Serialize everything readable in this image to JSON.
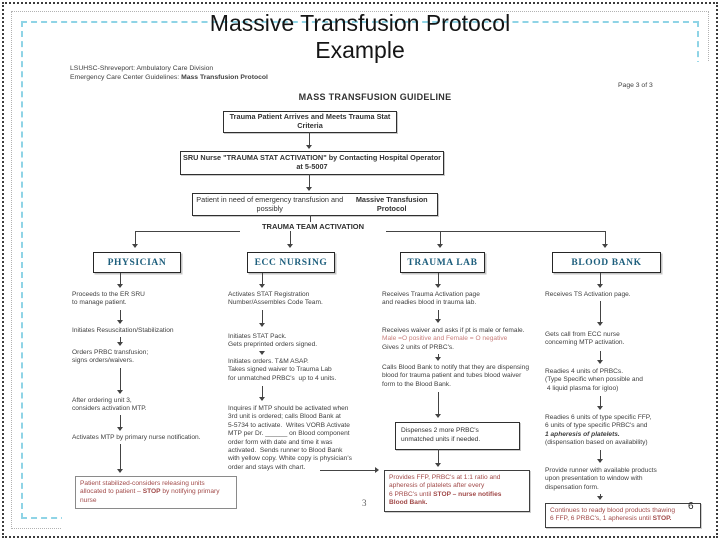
{
  "slide": {
    "title_line1": "Massive Transfusion Protocol",
    "title_line2": "Example",
    "slide_number": "6"
  },
  "doc": {
    "header_line1": "LSUHSC-Shreveport: Ambulatory Care Division",
    "header_line2_prefix": "Emergency Care Center Guidelines: ",
    "header_line2_bold": "Mass Transfusion Protocol",
    "page_label": "Page 3 of 3",
    "title": "MASS TRANSFUSION GUIDELINE",
    "scan_page_number": "3"
  },
  "flow": {
    "box1": "Trauma Patient Arrives and Meets Trauma Stat Criteria",
    "box2": "SRU Nurse \"TRAUMA STAT ACTIVATION\" by Contacting Hospital Operator at 5-5007",
    "box3_prefix": "Patient in need of emergency transfusion and possibly ",
    "box3_bold": "Massive Transfusion Protocol",
    "team_label": "TRAUMA TEAM ACTIVATION"
  },
  "columns": {
    "physician": {
      "header": "PHYSICIAN",
      "step1": "Proceeds to the ER SRU\nto manage patient.",
      "step2": "Initiates Resuscitation/Stabilization",
      "step3": "Orders PRBC transfusion;\nsigns orders/waivers.",
      "step4": "After ordering unit 3,\nconsiders activation MTP.",
      "step5": "Activates MTP by primary nurse notification.",
      "stop_prefix": "Patient stabilized-considers releasing units allocated to patient – ",
      "stop_bold": "STOP",
      "stop_suffix": " by notifying primary nurse"
    },
    "ecc": {
      "header": "ECC NURSING",
      "step1": "Activates STAT Registration\nNumber/Assembles Code Team.",
      "step2": "Initiates STAT Pack.\nGets preprinted orders signed.",
      "step3": "Initiates orders. T&M ASAP.\nTakes signed waiver to Trauma Lab\nfor unmatched PRBC's  up to 4 units.",
      "step4": "Inquires if MTP should be activated when\n3rd unit is ordered; calls Blood Bank at\n5-5734 to activate.  Writes VORB Activate\nMTP per Dr. ______ on Blood component\norder form with date and time it was\nactivated.  Sends runner to Blood Bank\nwith yellow copy. White copy is physician's\norder and stays with chart."
    },
    "trauma_lab": {
      "header": "TRAUMA LAB",
      "step1": "Receives Trauma Activation page\nand readies blood in trauma lab.",
      "step2_line1": "Receives waiver and asks if pt is male or female.",
      "step2_line2": "Male =O positive and Female = O negative",
      "step2_line3": "Gives 2 units of PRBC's.",
      "step3": "Calls Blood Bank to notify that they are dispensing\nblood for trauma patient and tubes blood waiver\nform to the Blood Bank.",
      "dispense_box": "Dispenses 2 more PRBC's\nunmatched units if needed.",
      "stop_prefix": "Provides FFP, PRBC's at 1:1 ratio and\napheresis of platelets after every\n6 PRBC's until ",
      "stop_bold": "STOP – nurse notifies\nBlood Bank."
    },
    "blood_bank": {
      "header": "BLOOD BANK",
      "step1": "Receives TS Activation page.",
      "step2": "Gets call from ECC nurse\nconcerning MTP activation.",
      "step3": "Readies 4 units of PRBCs.\n(Type Specific when possible and\n 4 liquid plasma for igloo)",
      "step4_line1": "Readies 6 units of type specific FFP,",
      "step4_line2": "6 units of type specific PRBC's and",
      "step4_line3": "1 apheresis of platelets.",
      "step4_line4": "(dispensation based on availability)",
      "step5": "Provide runner with available products\nupon presentation to window with\ndispensation form.",
      "stop_prefix": "Continues to ready blood products thawing\n6 FFP, 6 PRBC's, 1 apheresis until ",
      "stop_bold": "STOP."
    }
  },
  "colors": {
    "column_header_text": "#1e5f7d",
    "stop_red": "#a14a49",
    "pink_red": "#c97f7d",
    "cyan_border": "#8fd4e6"
  }
}
